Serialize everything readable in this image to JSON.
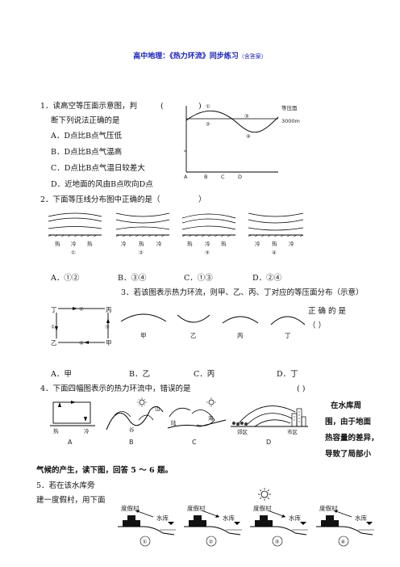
{
  "title": {
    "prefix": "高中地理：",
    "main": "《热力环流》同步练习",
    "suffix": "（含答案）"
  },
  "q1": {
    "stem1": "1．读高空等压面示意图，判",
    "stem2": "断下列说法正确的是",
    "bracket_open": "(",
    "bracket_close": ")",
    "options": [
      "A．D点比B点气压低",
      "B．D点比B点气温高",
      "C．D点比B点气温日较差大",
      "D．近地面的风由B点吹向D点"
    ],
    "fig": {
      "n1": "①",
      "n2": "②",
      "n3": "③",
      "n4": "④",
      "isobar": "等压面",
      "height": "3000m",
      "A": "A",
      "B": "B",
      "C": "C",
      "D": "D"
    }
  },
  "q2": {
    "stem": "2．下面等压线分布图中正确的是（",
    "bracket_close": "）",
    "figs": [
      {
        "labels": [
          "热",
          "冷",
          "热"
        ],
        "num": "①"
      },
      {
        "labels": [
          "冷",
          "热",
          "冷"
        ],
        "num": "②"
      },
      {
        "labels": [
          "热",
          "冷",
          "热"
        ],
        "num": "③"
      },
      {
        "labels": [
          "冷",
          "热",
          "冷"
        ],
        "num": "④"
      }
    ],
    "options": [
      "A．①②",
      "B．③④",
      "C．①③",
      "D．②④"
    ]
  },
  "q3": {
    "stem": "3．若该图表示热力环流，则甲、乙、丙、丁对应的等压面分布（示意）",
    "tail": "正  确  的  是",
    "bracket": "（      ）",
    "box": {
      "ding": "丁",
      "bing": "丙",
      "yi": "乙",
      "jia": "甲",
      "n1": "①",
      "n2": "②",
      "n3": "③",
      "n4": "④"
    },
    "arcs": [
      "甲",
      "乙",
      "丙",
      "丁"
    ],
    "options": [
      "A．甲",
      "B．乙",
      "C．丙",
      "D．丁"
    ]
  },
  "q4": {
    "stem": "4．下面四幅图表示的热力环流中，错误的是",
    "bracket": "(                )",
    "figs": {
      "a_labels": [
        "热",
        "冷"
      ],
      "a_cap": "A",
      "b_labels": [
        "谷",
        "山"
      ],
      "b_cap": "B",
      "c_labels": [
        "海",
        "陆"
      ],
      "c_cap": "C",
      "d_labels": [
        "郊区",
        "市区"
      ],
      "d_cap": "D"
    },
    "side": [
      "在水库周",
      "围，由于地面",
      "热容量的差异，",
      "导致了局部小"
    ]
  },
  "intro": "气候的产生，读下图，回答 5 ～ 6 题。",
  "q5": {
    "line1": "5．若在该水库旁",
    "line2": "建一度假村，用下面"
  },
  "resort": [
    {
      "village": "度假村",
      "reservoir": "水库",
      "num": "①"
    },
    {
      "village": "度假村",
      "reservoir": "水库",
      "num": "②"
    },
    {
      "village": "度假村",
      "reservoir": "水库",
      "num": "③"
    },
    {
      "village": "度假村",
      "reservoir": "水库",
      "num": "④"
    }
  ]
}
